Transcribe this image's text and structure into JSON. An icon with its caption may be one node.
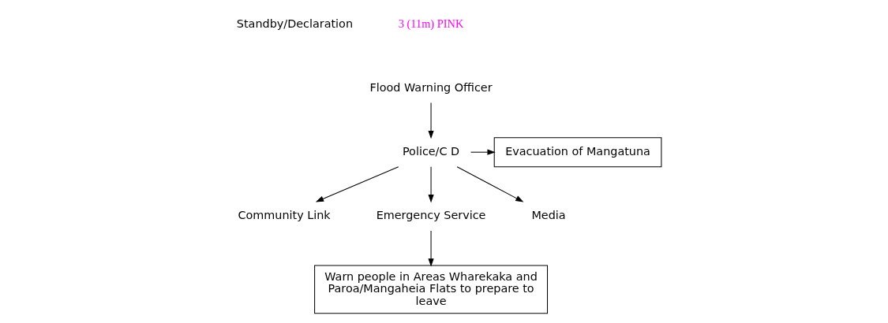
{
  "diagram": {
    "nodes": [
      {
        "text": [
          "Flood Warning Officer"
        ]
      },
      {
        "text": [
          "Evacuation of Mangatuna"
        ]
      },
      {
        "text": [
          "Police/C D"
        ]
      },
      {
        "text": [
          "Community Link"
        ]
      },
      {
        "text": [
          "Emergency Service"
        ]
      },
      {
        "text": [
          "Media"
        ]
      },
      {
        "text": [
          "Warn people in Areas Wharekaka and Paroa/Mangaheia Flats to prepare to leave"
        ]
      }
    ],
    "edges": [
      {
        "from": 0,
        "to": 2,
        "arrow": "to"
      },
      {
        "from": 2,
        "to": 1,
        "arrow": "to"
      },
      {
        "from": 2,
        "to": 3,
        "arrow": "to"
      },
      {
        "from": 2,
        "to": 4,
        "arrow": "to"
      },
      {
        "from": 2,
        "to": 5,
        "arrow": "to"
      },
      {
        "from": 4,
        "to": 6,
        "arrow": "to"
      }
    ],
    "labels": [
      "Standby/Declaration",
      "3 (11m) PINK"
    ]
  }
}
